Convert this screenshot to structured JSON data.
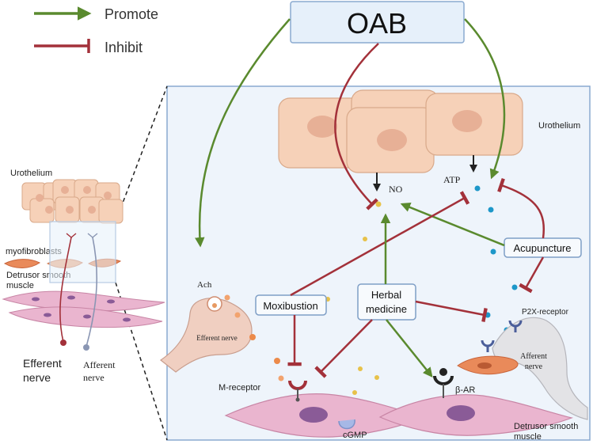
{
  "legend": {
    "promote": "Promote",
    "inhibit": "Inhibit"
  },
  "title": "OAB",
  "nodes": {
    "acupuncture": "Acupuncture",
    "moxibustion": "Moxibustion",
    "herbal_line1": "Herbal",
    "herbal_line2": "medicine"
  },
  "labels": {
    "urothelium_main": "Urothelium",
    "no": "NO",
    "atp": "ATP",
    "ach": "Ach",
    "efferent_nerve_main": "Efferent nerve",
    "afferent_line1": "Afferent",
    "afferent_line2": "nerve",
    "p2x_receptor": "P2X-receptor",
    "m_receptor": "M-receptor",
    "beta_ar": "β-AR",
    "cgmp": "cGMP",
    "detrusor_main_line1": "Detrusor smooth",
    "detrusor_main_line2": "muscle"
  },
  "inset": {
    "urothelium": "Urothelium",
    "myofibroblasts": "myofibroblasts",
    "detrusor_line1": "Detrusor smooth",
    "detrusor_line2": "muscle",
    "efferent_line1": "Efferent",
    "efferent_line2": "nerve",
    "afferent_line1": "Afferent",
    "afferent_line2": "nerve"
  },
  "colors": {
    "promote": "#5a8a2e",
    "inhibit": "#a3313a",
    "panel_fill": "#eef4fb",
    "panel_stroke": "#8aaad0",
    "cell_fill": "#f6d1b8",
    "cell_stroke": "#d9a98a",
    "muscle_fill": "#eab5cf",
    "box_stroke": "#7f9fc6"
  }
}
